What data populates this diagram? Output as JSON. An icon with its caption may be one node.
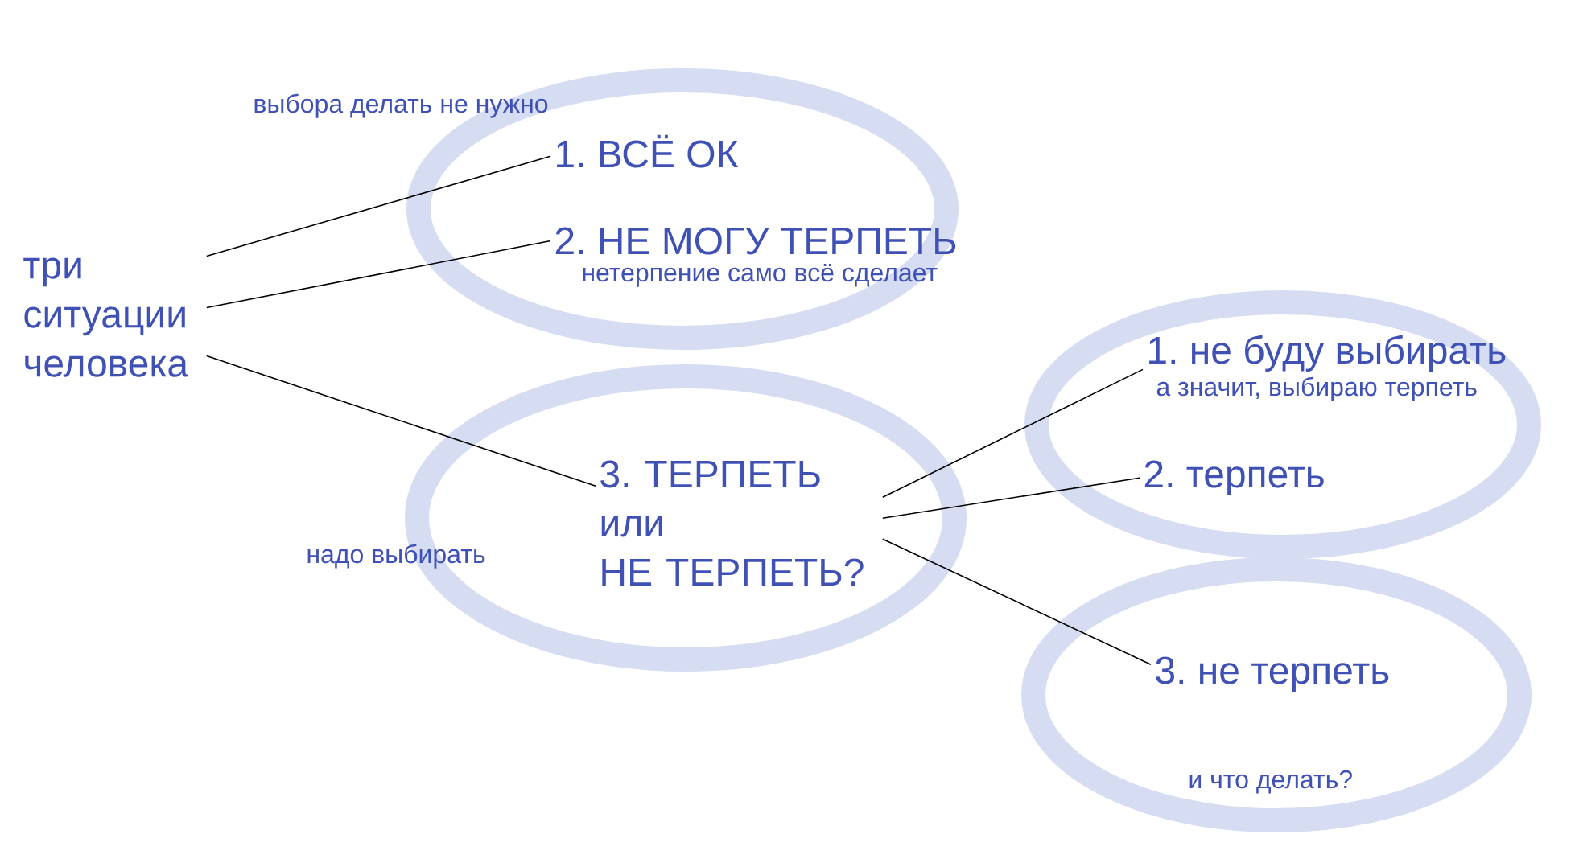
{
  "diagram": {
    "nodes": [
      {
        "text": [
          "три ситуации человека"
        ]
      },
      {
        "text": [],
        "shape": "ellipse",
        "beside": [
          "выбора делать не нужно"
        ]
      },
      {
        "text": [
          "1. ВСЁ ОК"
        ],
        "in": 1
      },
      {
        "text": [
          "2. НЕ МОГУ ТЕРПЕТЬ",
          "нетерпение само всё сделает"
        ],
        "in": 1
      },
      {
        "text": [],
        "shape": "ellipse",
        "beside": [
          "надо выбирать"
        ]
      },
      {
        "text": [
          "3. ТЕРПЕТЬ или НЕ ТЕРПЕТЬ?"
        ],
        "in": 4
      },
      {
        "text": [],
        "shape": "ellipse"
      },
      {
        "text": [
          "1. не буду выбирать",
          "а значит, выбираю терпеть"
        ],
        "in": 6
      },
      {
        "text": [
          "2. терпеть"
        ],
        "in": 6
      },
      {
        "text": [],
        "shape": "ellipse"
      },
      {
        "text": [
          "3. не терпеть",
          "и что делать?"
        ],
        "in": 9
      }
    ],
    "edges": [
      {
        "from": 0,
        "to": 2,
        "arrow": "none"
      },
      {
        "from": 0,
        "to": 3,
        "arrow": "none"
      },
      {
        "from": 0,
        "to": 5,
        "arrow": "none"
      },
      {
        "from": 5,
        "to": 7,
        "arrow": "none"
      },
      {
        "from": 5,
        "to": 8,
        "arrow": "none"
      },
      {
        "from": 5,
        "to": 10,
        "arrow": "none"
      }
    ]
  }
}
